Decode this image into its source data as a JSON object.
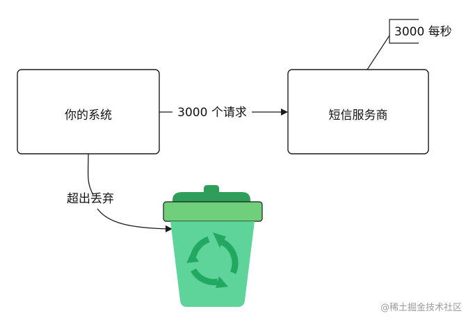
{
  "nodes": {
    "your_system": "你的系统",
    "sms_provider": "短信服务商"
  },
  "edges": {
    "requests": "3000 个请求",
    "discard": "超出丢弃"
  },
  "rate_note": "3000 每秒",
  "watermark": "@稀土掘金技术社区",
  "icons": {
    "bin": "recycle-bin-icon",
    "recycle": "recycle-arrows-icon"
  },
  "colors": {
    "stroke": "#1a1a1a",
    "bin_body": "#5fd49a",
    "bin_lid": "#6fcf7a",
    "bin_handle": "#2e9e5a",
    "recycle_arrows": "#23a862",
    "watermark": "#9a9a9a"
  }
}
